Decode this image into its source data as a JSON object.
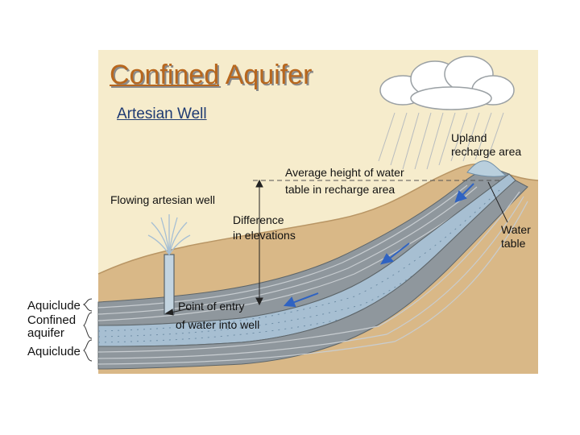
{
  "title": {
    "word1": "Confined",
    "word2": "Aquifer"
  },
  "subtitle": "Artesian Well",
  "labels": {
    "upland_line1": "Upland",
    "upland_line2": "recharge area",
    "avg_height_line1": "Average height of water",
    "avg_height_line2": "table in recharge area",
    "flowing_well": "Flowing artesian well",
    "difference_line1": "Difference",
    "difference_line2": "in elevations",
    "water_table_line1": "Water",
    "water_table_line2": "table",
    "entry_line1": "Point of entry",
    "entry_line2": "of water into well"
  },
  "side_labels": {
    "aquiclude_top": "Aquiclude",
    "confined_line1": "Confined",
    "confined_line2": "aquifer",
    "aquiclude_bottom": "Aquiclude"
  },
  "colors": {
    "title": "#b8671d",
    "subtitle": "#1f3b73",
    "sky": "#f6eccc",
    "ground": "#d9b887",
    "aquifer": "#a7bfd2",
    "flow_arrow": "#2f63c2"
  },
  "icons": [
    "cloud-icon",
    "rain-icon",
    "flow-arrow-icon",
    "well-spray-icon"
  ]
}
